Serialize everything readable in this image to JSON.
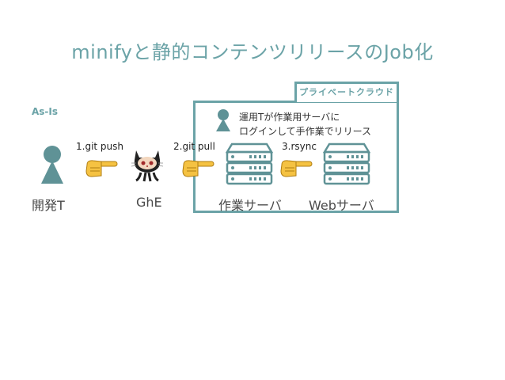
{
  "title": "minifyと静的コンテンツリリースのJob化",
  "section_label": "As-Is",
  "cloud_label": "プライベートクラウド",
  "note": {
    "line1": "運用Tが作業用サーバに",
    "line2": "ログインして手作業でリリース"
  },
  "steps": {
    "push": "1.git push",
    "pull": "2.git pull",
    "rsync": "3.rsync"
  },
  "nodes": {
    "dev": "開発T",
    "ghe": "GhE",
    "work": "作業サーバ",
    "web": "Webサーバ"
  },
  "colors": {
    "accent": "#6ba3a7",
    "server": "#5f9296",
    "hand": "#f5c242"
  }
}
